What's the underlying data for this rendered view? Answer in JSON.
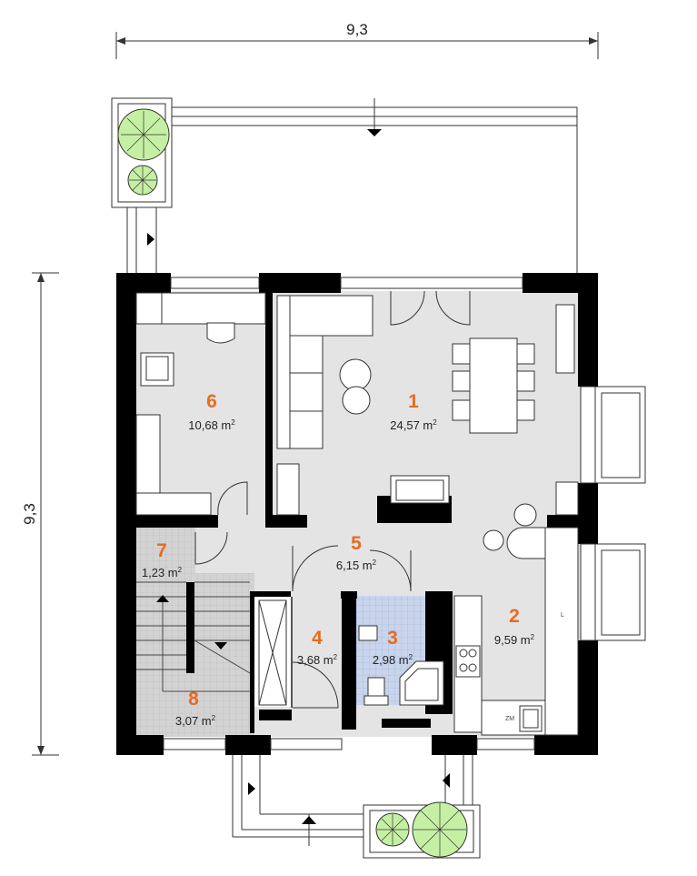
{
  "dimensions": {
    "top": "9,3",
    "left": "9,3"
  },
  "rooms": [
    {
      "number": "1",
      "area": "24,57 m",
      "unit_sup": "2"
    },
    {
      "number": "2",
      "area": "9,59 m",
      "unit_sup": "2"
    },
    {
      "number": "3",
      "area": "2,98 m",
      "unit_sup": "2"
    },
    {
      "number": "4",
      "area": "3,68 m",
      "unit_sup": "2"
    },
    {
      "number": "5",
      "area": "6,15 m",
      "unit_sup": "2"
    },
    {
      "number": "6",
      "area": "10,68 m",
      "unit_sup": "2"
    },
    {
      "number": "7",
      "area": "1,23 m",
      "unit_sup": "2"
    },
    {
      "number": "8",
      "area": "3,07 m",
      "unit_sup": "2"
    }
  ],
  "labels": {
    "zm": "ZM",
    "fridge": "L"
  },
  "colors": {
    "wall": "#000000",
    "floor": "#e4e4e4",
    "tile": "#c9d5ec",
    "stair_tile": "#cfcfcf",
    "room_number": "#ea6a1f",
    "plant": "#c5f0a4"
  }
}
